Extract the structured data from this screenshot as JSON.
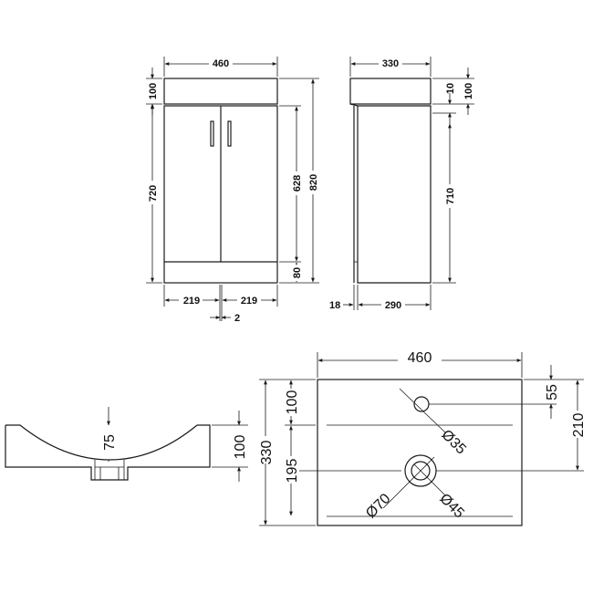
{
  "front_view": {
    "width": "460",
    "top_height": "100",
    "body_height": "720",
    "door_height": "628",
    "total_height": "820",
    "plinth_height": "80",
    "left_door_width": "219",
    "right_door_width": "219",
    "door_gap": "2"
  },
  "side_view": {
    "depth": "330",
    "top_lip": "10",
    "top_height": "100",
    "body_height": "710",
    "recess": "18",
    "body_depth": "290"
  },
  "basin_section": {
    "bowl_depth": "75",
    "basin_height": "100"
  },
  "basin_plan": {
    "width": "460",
    "depth": "330",
    "back_to_line": "100",
    "line_to_waste": "195",
    "tap_offset": "55",
    "waste_offset": "210",
    "tap_hole_dia": "Ø35",
    "waste_outer_dia": "Ø70",
    "waste_inner_dia": "Ø45"
  }
}
